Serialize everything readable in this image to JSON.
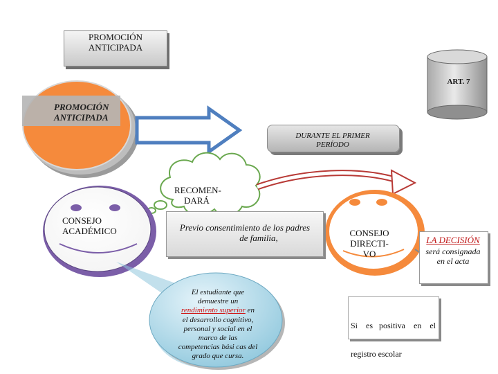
{
  "title_box": {
    "line1": "PROMOCIÓN",
    "line2": "ANTICIPADA"
  },
  "cylinder": {
    "label": "ART. 7"
  },
  "orange_circle": {
    "line1": "PROMOCIÓN",
    "line2": "ANTICIPADA"
  },
  "period_box": {
    "line1": "DURANTE EL PRIMER",
    "line2": "PERÍODO"
  },
  "cloud": {
    "line1": "RECOMEN-",
    "line2": "DARÁ"
  },
  "consejo_academico": {
    "line1": "CONSEJO",
    "line2": "ACADÉMICO"
  },
  "consent_box": {
    "line1": "Previo consentimiento de los padres",
    "line2": "de familia,"
  },
  "consejo_directivo": {
    "line1": "CONSEJO",
    "line2": "DIRECTI-",
    "line3": "VO"
  },
  "decision_box": {
    "heading": "LA DECISIÓN",
    "line1": "será consignada",
    "line2": "en el acta"
  },
  "student_callout": {
    "line1": "El estudiante que",
    "line2": "demuestre un",
    "highlight": "rendimiento superior",
    "after_highlight": " en",
    "line4": "el desarrollo cognitivo,",
    "line5": "personal y social en el",
    "line6": "marco de las",
    "line7": "competencias bási cas del",
    "line8": "grado que cursa."
  },
  "registro_box": {
    "line1": "Si    es   positiva    en    el",
    "line2": "registro escolar"
  },
  "colors": {
    "orange": "#f58a3c",
    "purple": "#7b5ea8",
    "arrow_blue": "#4f7fbf",
    "cloud_green": "#6aa84f",
    "red_arrow": "#b83a36",
    "callout_blue": "#7fbdd6",
    "highlight_red": "#d01010"
  }
}
